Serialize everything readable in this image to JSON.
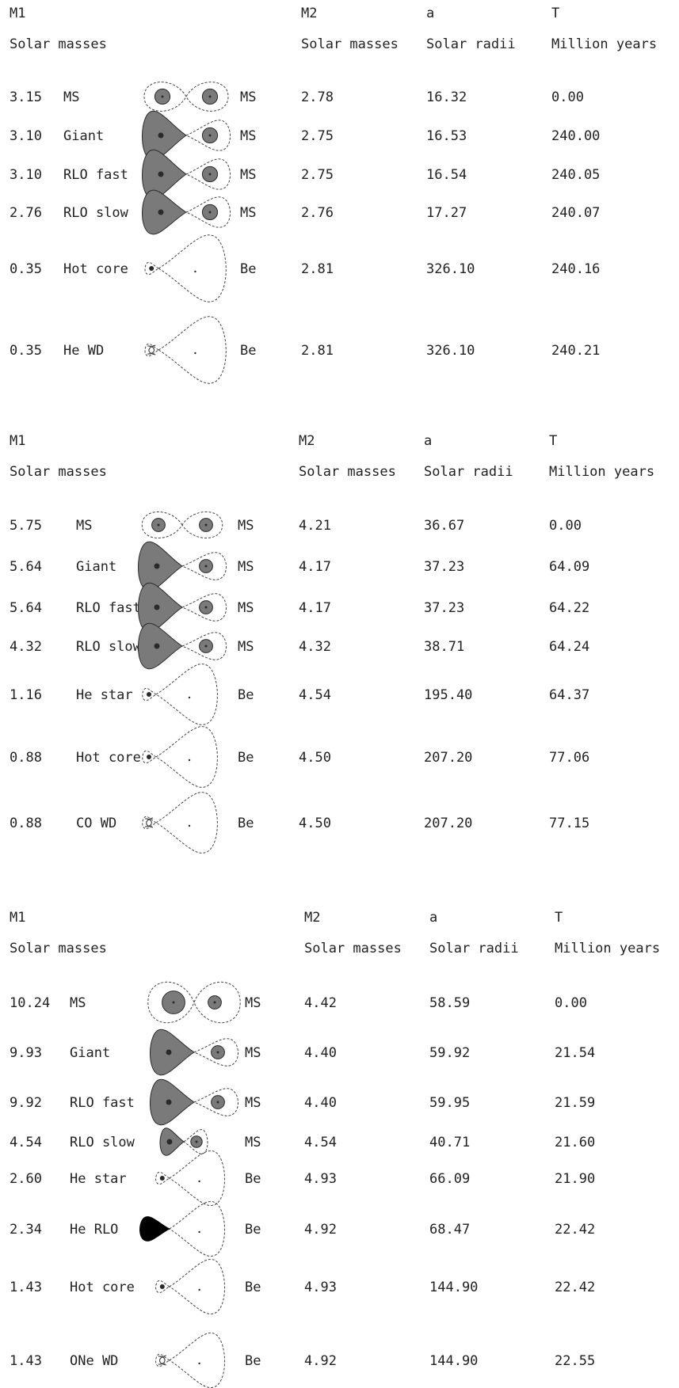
{
  "panels": [
    {
      "headers": {
        "m1": "M1",
        "m1_unit": "Solar masses",
        "m2": "M2",
        "m2_unit": "Solar masses",
        "a": "a",
        "a_unit": "Solar radii",
        "t": "T",
        "t_unit": "Million years"
      },
      "rows": [
        {
          "m1": "3.15",
          "stage": "MS",
          "companion": "MS",
          "m2": "2.78",
          "a": "16.32",
          "t": "0.00"
        },
        {
          "m1": "3.10",
          "stage": "Giant",
          "companion": "MS",
          "m2": "2.75",
          "a": "16.53",
          "t": "240.00"
        },
        {
          "m1": "3.10",
          "stage": "RLO fast",
          "companion": "MS",
          "m2": "2.75",
          "a": "16.54",
          "t": "240.05"
        },
        {
          "m1": "2.76",
          "stage": "RLO slow",
          "companion": "MS",
          "m2": "2.76",
          "a": "17.27",
          "t": "240.07"
        },
        {
          "m1": "0.35",
          "stage": "Hot core",
          "companion": "Be",
          "m2": "2.81",
          "a": "326.10",
          "t": "240.16"
        },
        {
          "m1": "0.35",
          "stage": "He WD",
          "companion": "Be",
          "m2": "2.81",
          "a": "326.10",
          "t": "240.21"
        }
      ]
    },
    {
      "headers": {
        "m1": "M1",
        "m1_unit": "Solar masses",
        "m2": "M2",
        "m2_unit": "Solar masses",
        "a": "a",
        "a_unit": "Solar radii",
        "t": "T",
        "t_unit": "Million years"
      },
      "rows": [
        {
          "m1": "5.75",
          "stage": "MS",
          "companion": "MS",
          "m2": "4.21",
          "a": "36.67",
          "t": "0.00"
        },
        {
          "m1": "5.64",
          "stage": "Giant",
          "companion": "MS",
          "m2": "4.17",
          "a": "37.23",
          "t": "64.09"
        },
        {
          "m1": "5.64",
          "stage": "RLO fast",
          "companion": "MS",
          "m2": "4.17",
          "a": "37.23",
          "t": "64.22"
        },
        {
          "m1": "4.32",
          "stage": "RLO slow",
          "companion": "MS",
          "m2": "4.32",
          "a": "38.71",
          "t": "64.24"
        },
        {
          "m1": "1.16",
          "stage": "He star",
          "companion": "Be",
          "m2": "4.54",
          "a": "195.40",
          "t": "64.37"
        },
        {
          "m1": "0.88",
          "stage": "Hot core",
          "companion": "Be",
          "m2": "4.50",
          "a": "207.20",
          "t": "77.06"
        },
        {
          "m1": "0.88",
          "stage": "CO WD",
          "companion": "Be",
          "m2": "4.50",
          "a": "207.20",
          "t": "77.15"
        }
      ]
    },
    {
      "headers": {
        "m1": "M1",
        "m1_unit": "Solar masses",
        "m2": "M2",
        "m2_unit": "Solar masses",
        "a": "a",
        "a_unit": "Solar radii",
        "t": "T",
        "t_unit": "Million years"
      },
      "rows": [
        {
          "m1": "10.24",
          "stage": "MS",
          "companion": "MS",
          "m2": "4.42",
          "a": "58.59",
          "t": "0.00"
        },
        {
          "m1": "9.93",
          "stage": "Giant",
          "companion": "MS",
          "m2": "4.40",
          "a": "59.92",
          "t": "21.54"
        },
        {
          "m1": "9.92",
          "stage": "RLO fast",
          "companion": "MS",
          "m2": "4.40",
          "a": "59.95",
          "t": "21.59"
        },
        {
          "m1": "4.54",
          "stage": "RLO slow",
          "companion": "MS",
          "m2": "4.54",
          "a": "40.71",
          "t": "21.60"
        },
        {
          "m1": "2.60",
          "stage": "He star",
          "companion": "Be",
          "m2": "4.93",
          "a": "66.09",
          "t": "21.90"
        },
        {
          "m1": "2.34",
          "stage": "He  RLO",
          "companion": "Be",
          "m2": "4.92",
          "a": "68.47",
          "t": "22.42"
        },
        {
          "m1": "1.43",
          "stage": "Hot core",
          "companion": "Be",
          "m2": "4.93",
          "a": "144.90",
          "t": "22.42"
        },
        {
          "m1": "1.43",
          "stage": "ONe WD",
          "companion": "Be",
          "m2": "4.92",
          "a": "144.90",
          "t": "22.55"
        }
      ]
    }
  ],
  "colors": {
    "text": "#222222",
    "star_fill": "#7a7a7a",
    "core": "#2a2a2a",
    "dashed": "#444444",
    "rlo_black": "#000000"
  }
}
